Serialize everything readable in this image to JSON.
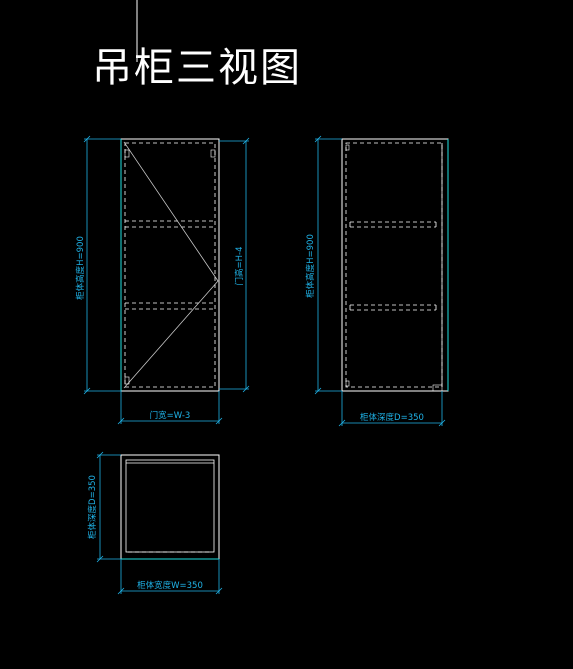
{
  "title": "吊柜三视图",
  "colors": {
    "background": "#000000",
    "outline": "#ffffff",
    "dimension": "#1fb3e8",
    "edge": "#20e0e0"
  },
  "front_view": {
    "dim_left": "柜体高度H=900",
    "dim_right": "门高=H-4",
    "dim_bottom": "门宽=W-3"
  },
  "side_view": {
    "dim_left": "柜体高度H=900",
    "dim_bottom": "柜体深度D=350"
  },
  "top_view": {
    "dim_left": "柜体深度D=350",
    "dim_bottom": "柜体宽度W=350"
  }
}
